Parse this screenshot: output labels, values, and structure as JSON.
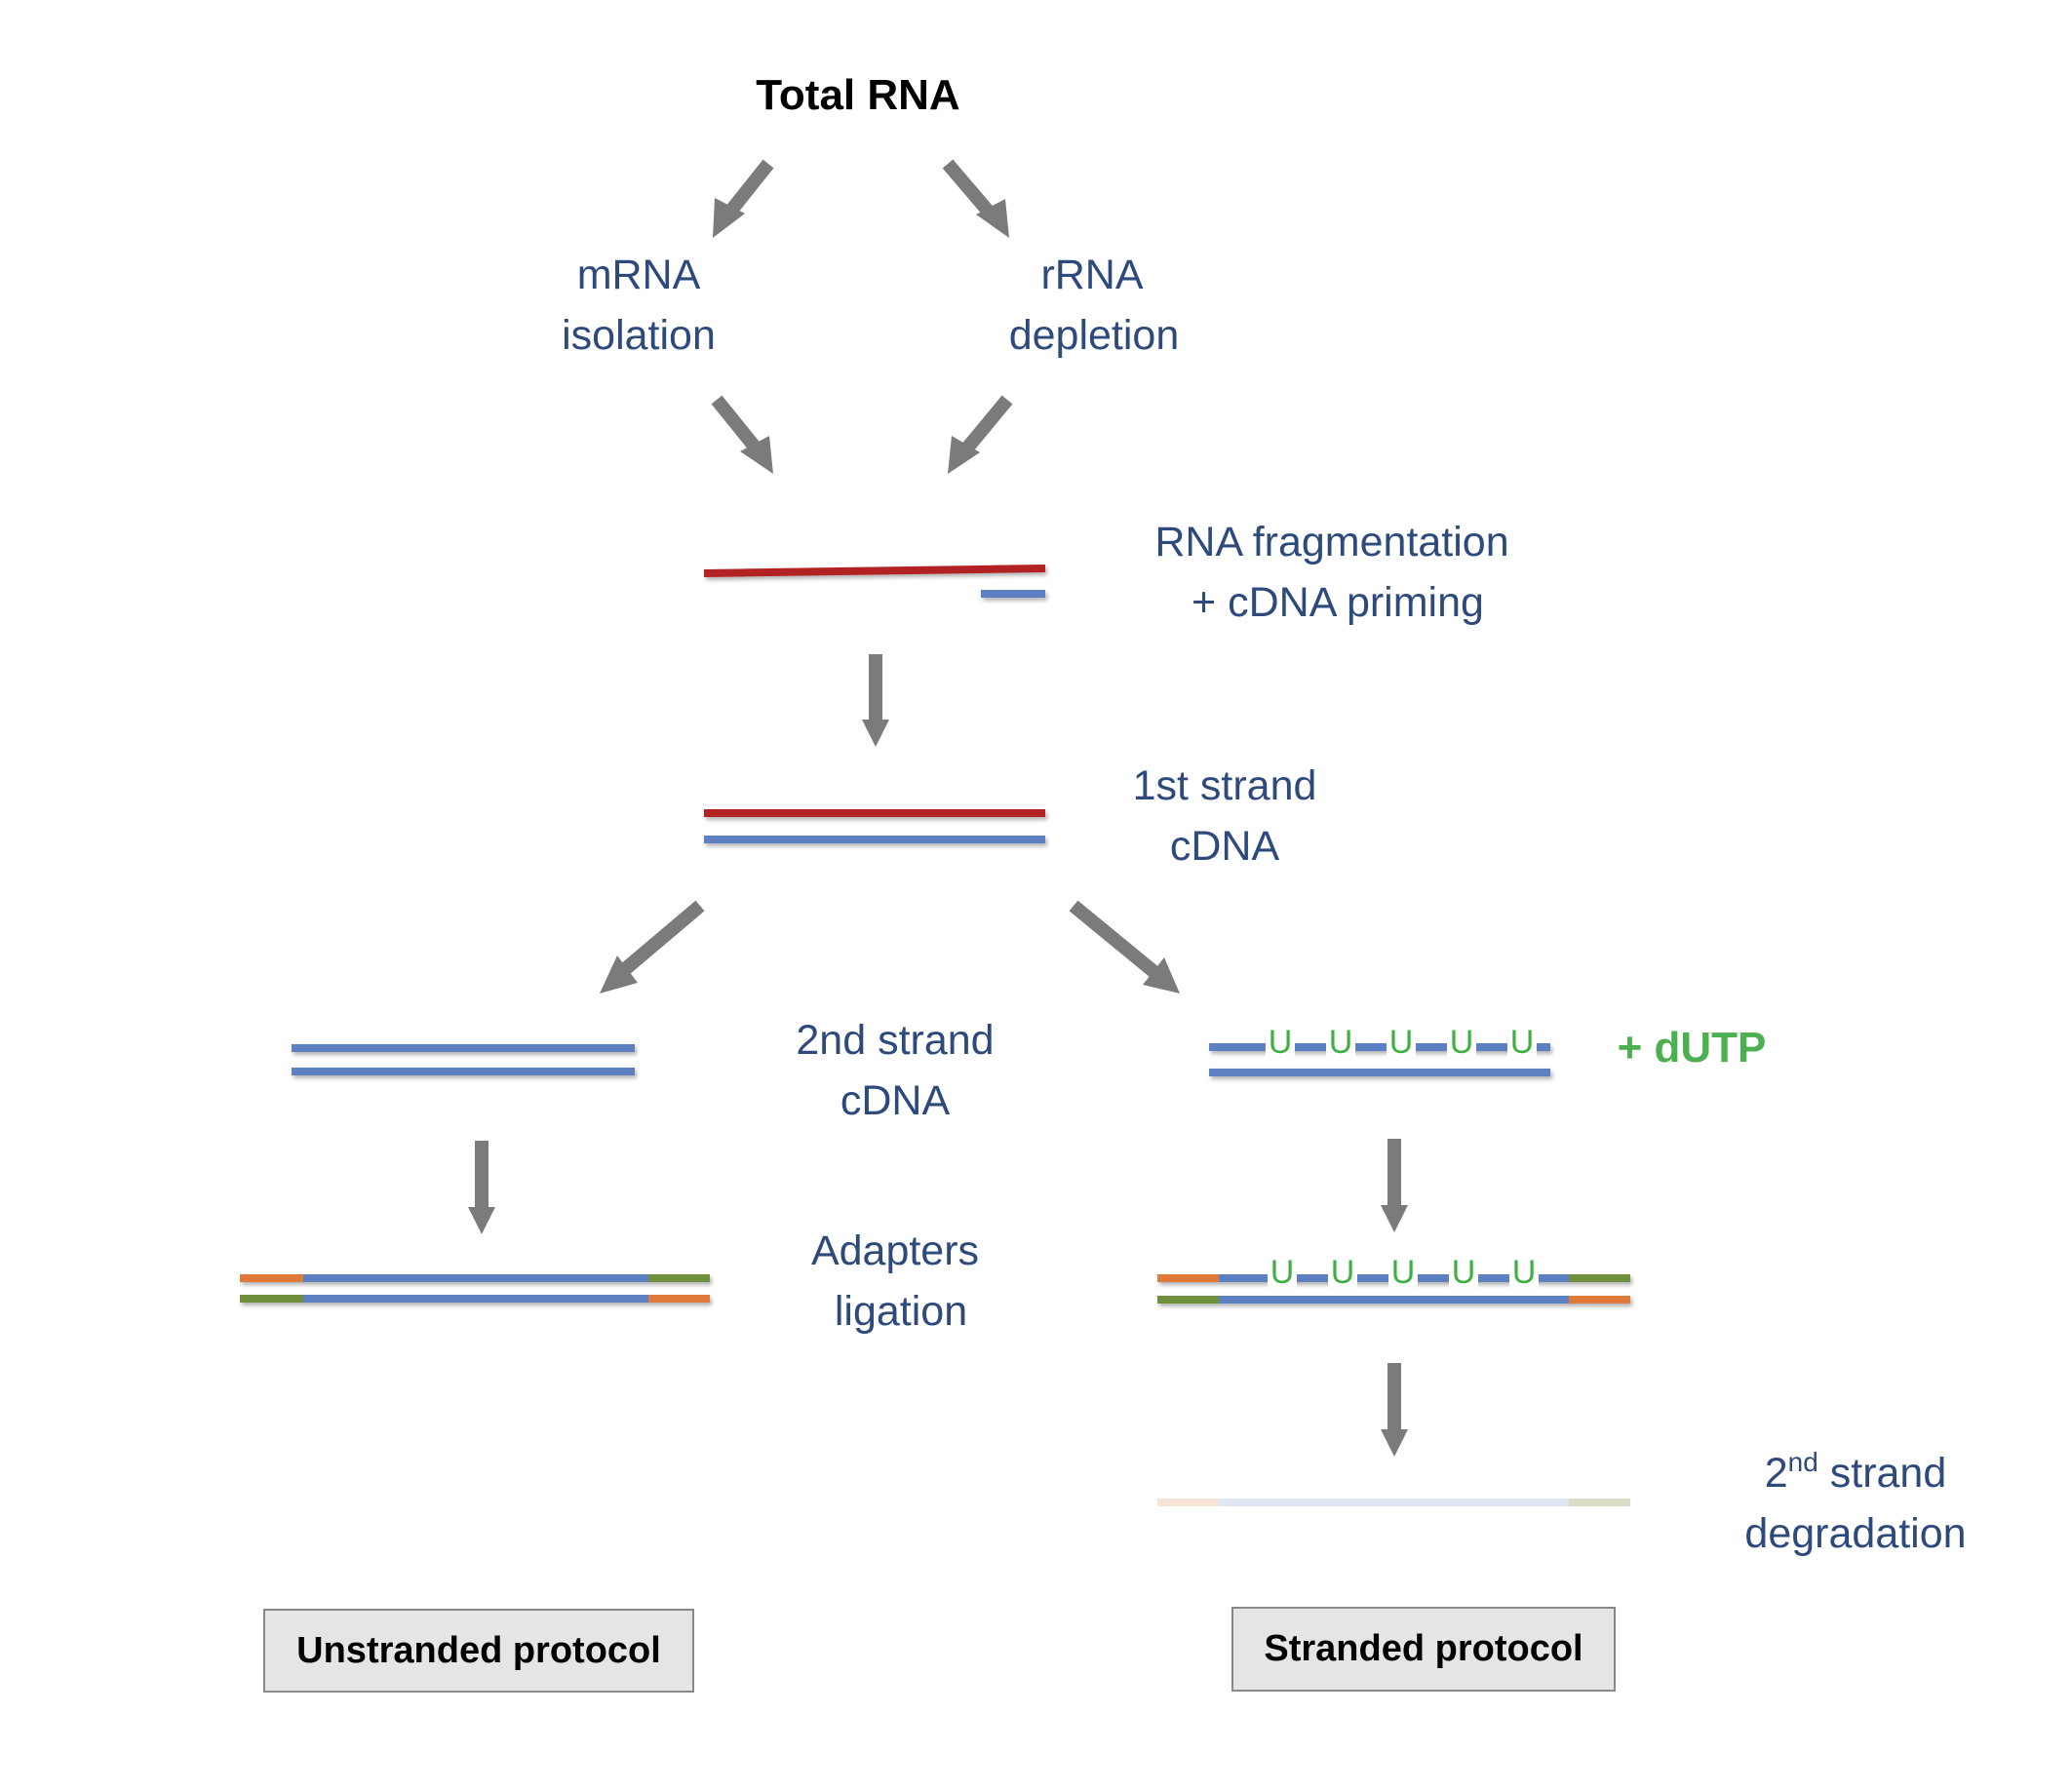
{
  "title": "Total RNA",
  "branches": {
    "left": [
      "mRNA",
      "isolation"
    ],
    "right": [
      "rRNA",
      "depletion"
    ]
  },
  "steps": {
    "fragmentation": [
      "RNA fragmentation",
      "+ cDNA priming"
    ],
    "first_strand": [
      "1st strand",
      "cDNA"
    ],
    "second_strand": [
      "2nd strand",
      "cDNA"
    ],
    "dutp": "+ dUTP",
    "adapters": [
      "Adapters",
      "ligation"
    ],
    "degradation": {
      "line1_prefix": "2",
      "line1_sup": "nd",
      "line1_suffix": " strand",
      "line2": "degradation"
    }
  },
  "uracil": "U",
  "protocols": {
    "unstranded": "Unstranded protocol",
    "stranded": "Stranded protocol"
  },
  "colors": {
    "rna": "#b22222",
    "cdna": "#5b80c2",
    "adapter_orange": "#e07a3a",
    "adapter_green": "#6f8f3e",
    "arrow": "#7b7b7b",
    "text": "#2e4a7d",
    "dutp": "#4caf50"
  }
}
